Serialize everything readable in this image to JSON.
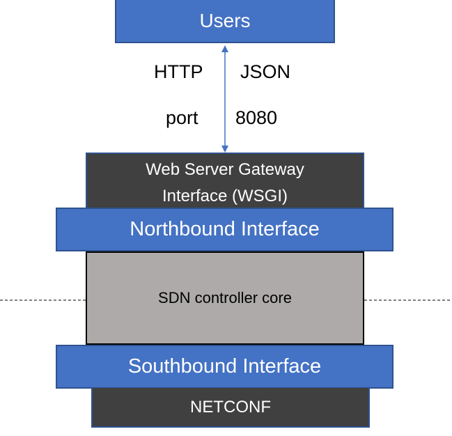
{
  "diagram": {
    "users": "Users",
    "connection_labels": {
      "left_top": "HTTP",
      "right_top": "JSON",
      "left_bottom": "port",
      "right_bottom": "8080"
    },
    "wsgi_line1": "Web Server Gateway",
    "wsgi_line2": "Interface (WSGI)",
    "northbound": "Northbound Interface",
    "core": "SDN controller core",
    "southbound": "Southbound Interface",
    "netconf": "NETCONF"
  },
  "colors": {
    "interface_blue": "#4472c4",
    "border_blue": "#2f528f",
    "dark_layer": "#404040",
    "core_gray": "#aeaaaa",
    "arrow": "#4472c4"
  }
}
